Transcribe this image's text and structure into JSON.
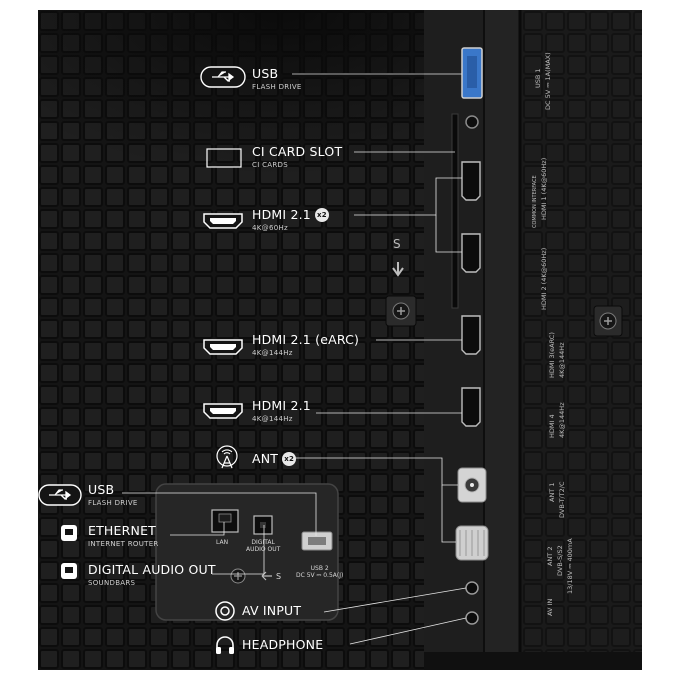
{
  "labels": {
    "usb_top": {
      "title": "USB",
      "sub": "FLASH DRIVE",
      "icon": "usb-icon"
    },
    "ci_card": {
      "title": "CI CARD SLOT",
      "sub": "CI CARDS",
      "icon": "ci-card-icon"
    },
    "hdmi_x2": {
      "title": "HDMI 2.1",
      "badge": "x2",
      "sub": "4K@60Hz",
      "icon": "hdmi-icon"
    },
    "hdmi_earc": {
      "title": "HDMI 2.1 (eARC)",
      "sub": "4K@144Hz",
      "icon": "hdmi-icon"
    },
    "hdmi_single": {
      "title": "HDMI 2.1",
      "sub": "4K@144Hz",
      "icon": "hdmi-icon"
    },
    "ant": {
      "title": "ANT",
      "badge": "x2",
      "icon": "antenna-icon"
    },
    "usb_bottom": {
      "title": "USB",
      "sub": "FLASH DRIVE",
      "icon": "usb-icon"
    },
    "ethernet": {
      "title": "ETHERNET",
      "sub": "INTERNET ROUTER",
      "icon": "ethernet-icon"
    },
    "digital_audio": {
      "title": "DIGITAL AUDIO OUT",
      "sub": "SOUNDBARS",
      "icon": "optical-audio-icon"
    },
    "av_input": {
      "title": "AV INPUT",
      "icon": "av-input-icon"
    },
    "headphone": {
      "title": "HEADPHONE",
      "icon": "headphone-icon"
    }
  },
  "panel": {
    "slot_marker": "S",
    "lan": "LAN",
    "digital_audio_out": "DIGITAL\nAUDIO OUT",
    "screw_s": "S",
    "usb2": "USB 2\nDC 5V ⎓ 0.5A(J)",
    "side_usb1": "USB 1",
    "side_usb1_power": "DC 5V ⎓ 1A(MAX)",
    "side_common_interface": "COMMON INTERFACE",
    "side_hdmi1": "HDMI 1 (4K@60Hz)",
    "side_hdmi2": "HDMI 2 (4K@60Hz)",
    "side_hdmi3": "HDMI 3(eARC)",
    "side_hdmi3_rate": "4K@144Hz",
    "side_hdmi4": "HDMI 4",
    "side_hdmi4_rate": "4K@144Hz",
    "side_ant1": "ANT 1",
    "side_ant1_std": "DVB-T/T2/C",
    "side_ant2": "ANT 2",
    "side_ant2_std": "DVB-S/S2",
    "side_ant2_power": "13/18V ⎓ 400mA",
    "side_av_in": "AV IN"
  }
}
